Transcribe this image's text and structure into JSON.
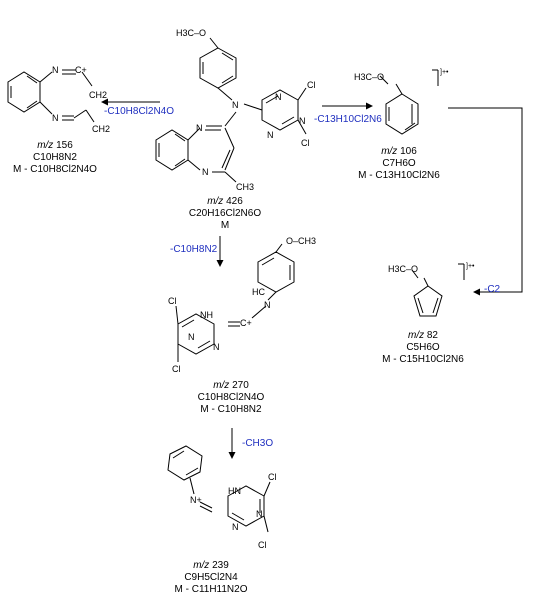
{
  "center": {
    "mz_prefix": "m/z",
    "mz_value": "426",
    "formula": "C20H16Cl2N6O",
    "label": "M",
    "methoxy": "H3C–O",
    "methyl": "CH3"
  },
  "top_left": {
    "mz_prefix": "m/z",
    "mz_value": "156",
    "formula": "C10H8N2",
    "loss": "M - C10H8Cl2N4O",
    "arrow_label": "-C10H8Cl2N4O"
  },
  "top_right": {
    "mz_prefix": "m/z",
    "mz_value": "106",
    "formula": "C7H6O",
    "loss": "M - C13H10Cl2N6",
    "arrow_label": "-C13H10Cl2N6",
    "radical": "]+•",
    "methoxy": "H3C–O"
  },
  "mid_right": {
    "mz_prefix": "m/z",
    "mz_value": "82",
    "formula": "C5H6O",
    "loss": "M - C15H10Cl2N6",
    "arrow_label": "-C2",
    "radical": "]+•",
    "methoxy": "H3C–O"
  },
  "mid": {
    "mz_prefix": "m/z",
    "mz_value": "270",
    "formula": "C10H8Cl2N4O",
    "loss": "M - C10H8N2",
    "arrow_label": "-C10H8N2",
    "methoxy": "O–CH3"
  },
  "bottom": {
    "mz_prefix": "m/z",
    "mz_value": "239",
    "formula": "C9H5Cl2N4",
    "loss": "M - C11H11N2O",
    "arrow_label": "-CH3O"
  },
  "atoms": {
    "N": "N",
    "Cl": "Cl",
    "HN": "HN",
    "NH": "NH",
    "N_plus": "N+",
    "C_plus": "C+",
    "HC": "HC",
    "CH2": "CH2",
    "C": "C"
  }
}
